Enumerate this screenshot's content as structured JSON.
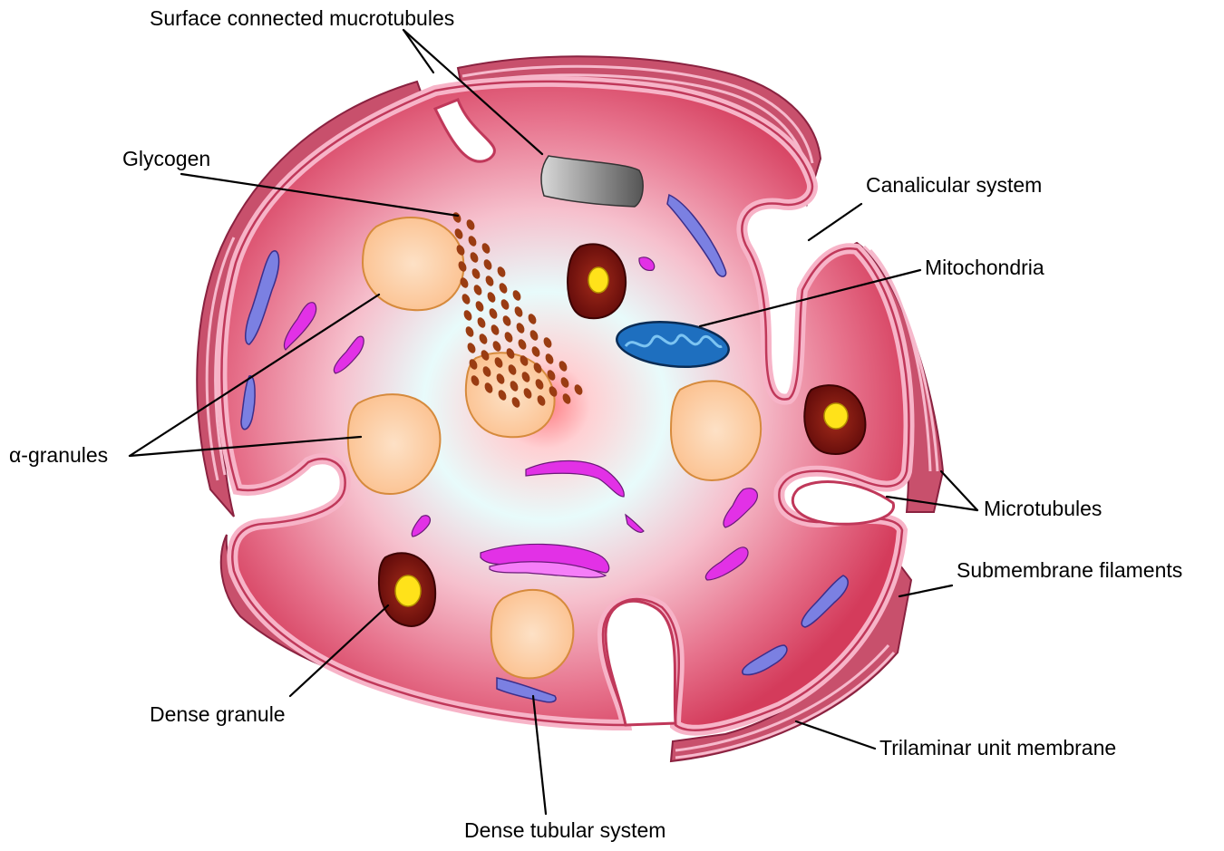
{
  "labels": {
    "surface_microtubules": "Surface connected mucrotubules",
    "glycogen": "Glycogen",
    "canalicular": "Canalicular system",
    "mitochondria": "Mitochondria",
    "alpha_granules": "α-granules",
    "microtubules": "Microtubules",
    "submembrane": "Submembrane filaments",
    "dense_granule": "Dense granule",
    "trilaminar": "Trilaminar unit membrane",
    "dense_tubular": "Dense tubular system"
  },
  "colors": {
    "cytoplasm_edge": "#d9405e",
    "cytoplasm_center": "#e8fbfb",
    "center_glow": "#ff7f80",
    "membrane_pink": "#f6a9c4",
    "membrane_dark": "#b3405e",
    "alpha_granule": "#fbc596",
    "alpha_granule_edge": "#d89140",
    "dense_granule_outer": "#7a0e0e",
    "dense_granule_core": "#ffe21a",
    "glycogen": "#9a3c12",
    "mitochondrion": "#1b6fc0",
    "dense_tubular": "#7a7ee0",
    "magenta": "#d52ad9",
    "microtubule_gray": "#9a9a9a"
  }
}
